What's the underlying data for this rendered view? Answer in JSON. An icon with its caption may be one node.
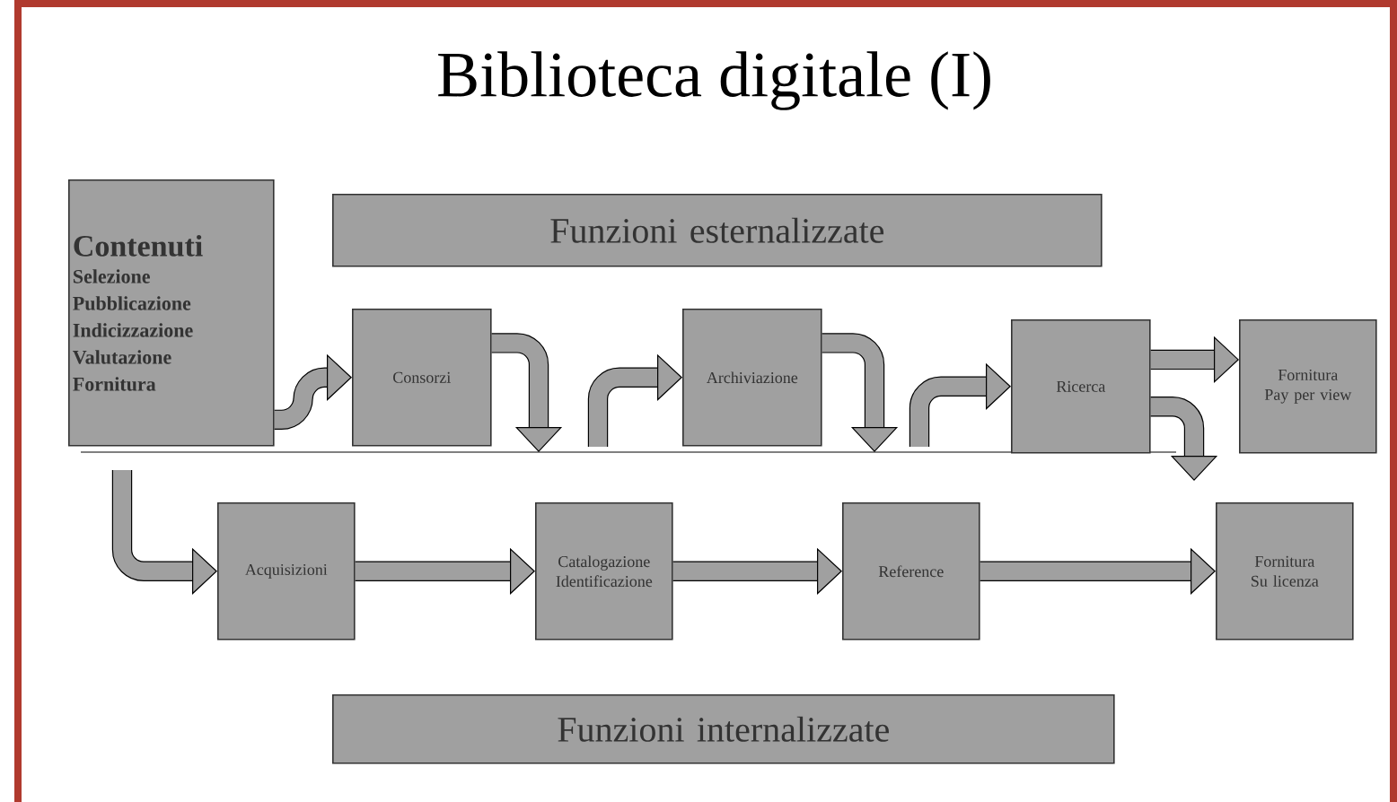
{
  "diagram": {
    "title": "Biblioteca  digitale (I)",
    "nodes": [
      {
        "text": [
          "Contenuti",
          "Selezione",
          "Pubblicazione",
          "Indicizzazione",
          "Valutazione",
          "Fornitura"
        ]
      },
      {
        "text": [
          "Funzioni esternalizzate"
        ]
      },
      {
        "text": [
          "Consorzi"
        ]
      },
      {
        "text": [
          "Archiviazione"
        ]
      },
      {
        "text": [
          "Ricerca"
        ]
      },
      {
        "text": [
          "Fornitura Pay per view"
        ]
      },
      {
        "text": [
          "Acquisizioni"
        ]
      },
      {
        "text": [
          "Catalogazione Identificazione"
        ]
      },
      {
        "text": [
          "Reference"
        ]
      },
      {
        "text": [
          "Fornitura Su licenza"
        ]
      },
      {
        "text": [
          "Funzioni internalizzate"
        ]
      }
    ],
    "edges": [
      {
        "from": 0,
        "to": 2,
        "arrow": "to"
      },
      {
        "from": 2,
        "to": null,
        "arrow": "to"
      },
      {
        "from": null,
        "to": 3,
        "arrow": "to"
      },
      {
        "from": 3,
        "to": null,
        "arrow": "to"
      },
      {
        "from": null,
        "to": 4,
        "arrow": "to"
      },
      {
        "from": 4,
        "to": 5,
        "arrow": "to"
      },
      {
        "from": 4,
        "to": null,
        "arrow": "to"
      },
      {
        "from": null,
        "to": 6,
        "arrow": "to"
      },
      {
        "from": 6,
        "to": 7,
        "arrow": "to"
      },
      {
        "from": 7,
        "to": 8,
        "arrow": "to"
      },
      {
        "from": 8,
        "to": 9,
        "arrow": "to"
      }
    ]
  }
}
